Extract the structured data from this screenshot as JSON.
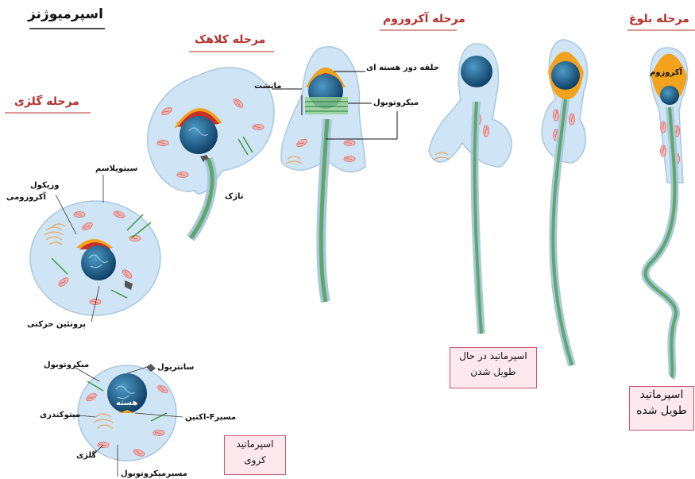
{
  "title": "اسپرمیوژنز",
  "stages": {
    "golgi": "مرحله گلژی",
    "cap": "مرحله کلاهک",
    "acrosome": "مرحله آکروزوم",
    "maturation": "مرحله بلوغ"
  },
  "labels": {
    "cytoplasm": "سیتوپلاسم",
    "acrosomal_vesicle_1": "وزیکول",
    "acrosomal_vesicle_2": "آکروزومی",
    "motor_proteins": "پروتئین حرکتی",
    "flagellum": "تاژک",
    "perinuclear_ring": "حلقه دور هسته ای",
    "manchette": "مانشت",
    "microtubule_acrosome": "میکروتوبول",
    "acrosome": "آکروزوم",
    "microtubule_round": "میکروتوبول",
    "centriole": "سانتریول",
    "nucleus": "هسته",
    "mitochondria": "میتوکندری",
    "f_actin_track": "مسیرF-اکتین",
    "golgi": "گلژی",
    "microtubule_track": "مسیرمیکروتوبول"
  },
  "boxes": {
    "round_line1": "اسپرماتید",
    "round_line2": "کروی",
    "elongating_line1": "اسپرماتید در حال",
    "elongating_line2": "طویل شدن",
    "elongated_line1": "اسپرماتید",
    "elongated_line2": "طویل شده"
  },
  "colors": {
    "cell": "#cfe4f4",
    "nucleus": "#1f5f86",
    "acrosome": "#f2a21c",
    "red_cap": "#c8302b",
    "mitochondria": "#e59a9a",
    "tail": "#5fa86a",
    "stage_title": "#b3312e"
  }
}
